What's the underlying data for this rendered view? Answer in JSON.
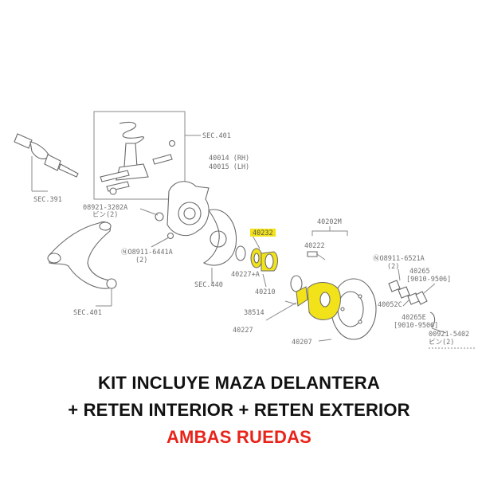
{
  "labels": {
    "sec401_top": "SEC.401",
    "p40014": "40014 (RH)",
    "p40015": "40015 (LH)",
    "sec391": "SEC.391",
    "p08921_3202a": "08921-3202A",
    "p08921_3202a_sub": "ビン(2)",
    "p40202m": "40202M",
    "highlight_part": "40232",
    "p08911_6441a": "ⓃO8911-6441A",
    "p08911_6441a_sub": "(2)",
    "p40222": "40222",
    "p08911_6521a": "ⓃO8911-6521A",
    "p08911_6521a_sub": "(2)",
    "p40265_a": "40265",
    "p40265_a_range": "[9010-9506]",
    "p40227_a": "40227+A",
    "p40210": "40210",
    "sec440": "SEC.440",
    "p40052c": "40052C",
    "sec401_bottom": "SEC.401",
    "p38514": "38514",
    "p40265e": "40265E",
    "p40265e_range": "[9010-9506]",
    "p00921_5402": "00921-5402",
    "p00921_5402_sub": "ビン(2)",
    "p40227": "40227",
    "p40207": "40207"
  },
  "caption": {
    "line1": "KIT INCLUYE  MAZA DELANTERA",
    "line2": "+ RETEN INTERIOR + RETEN EXTERIOR",
    "line3": "AMBAS RUEDAS"
  },
  "colors": {
    "highlight": "#f2e21a",
    "caption_main": "#111111",
    "caption_accent": "#e8231a"
  }
}
